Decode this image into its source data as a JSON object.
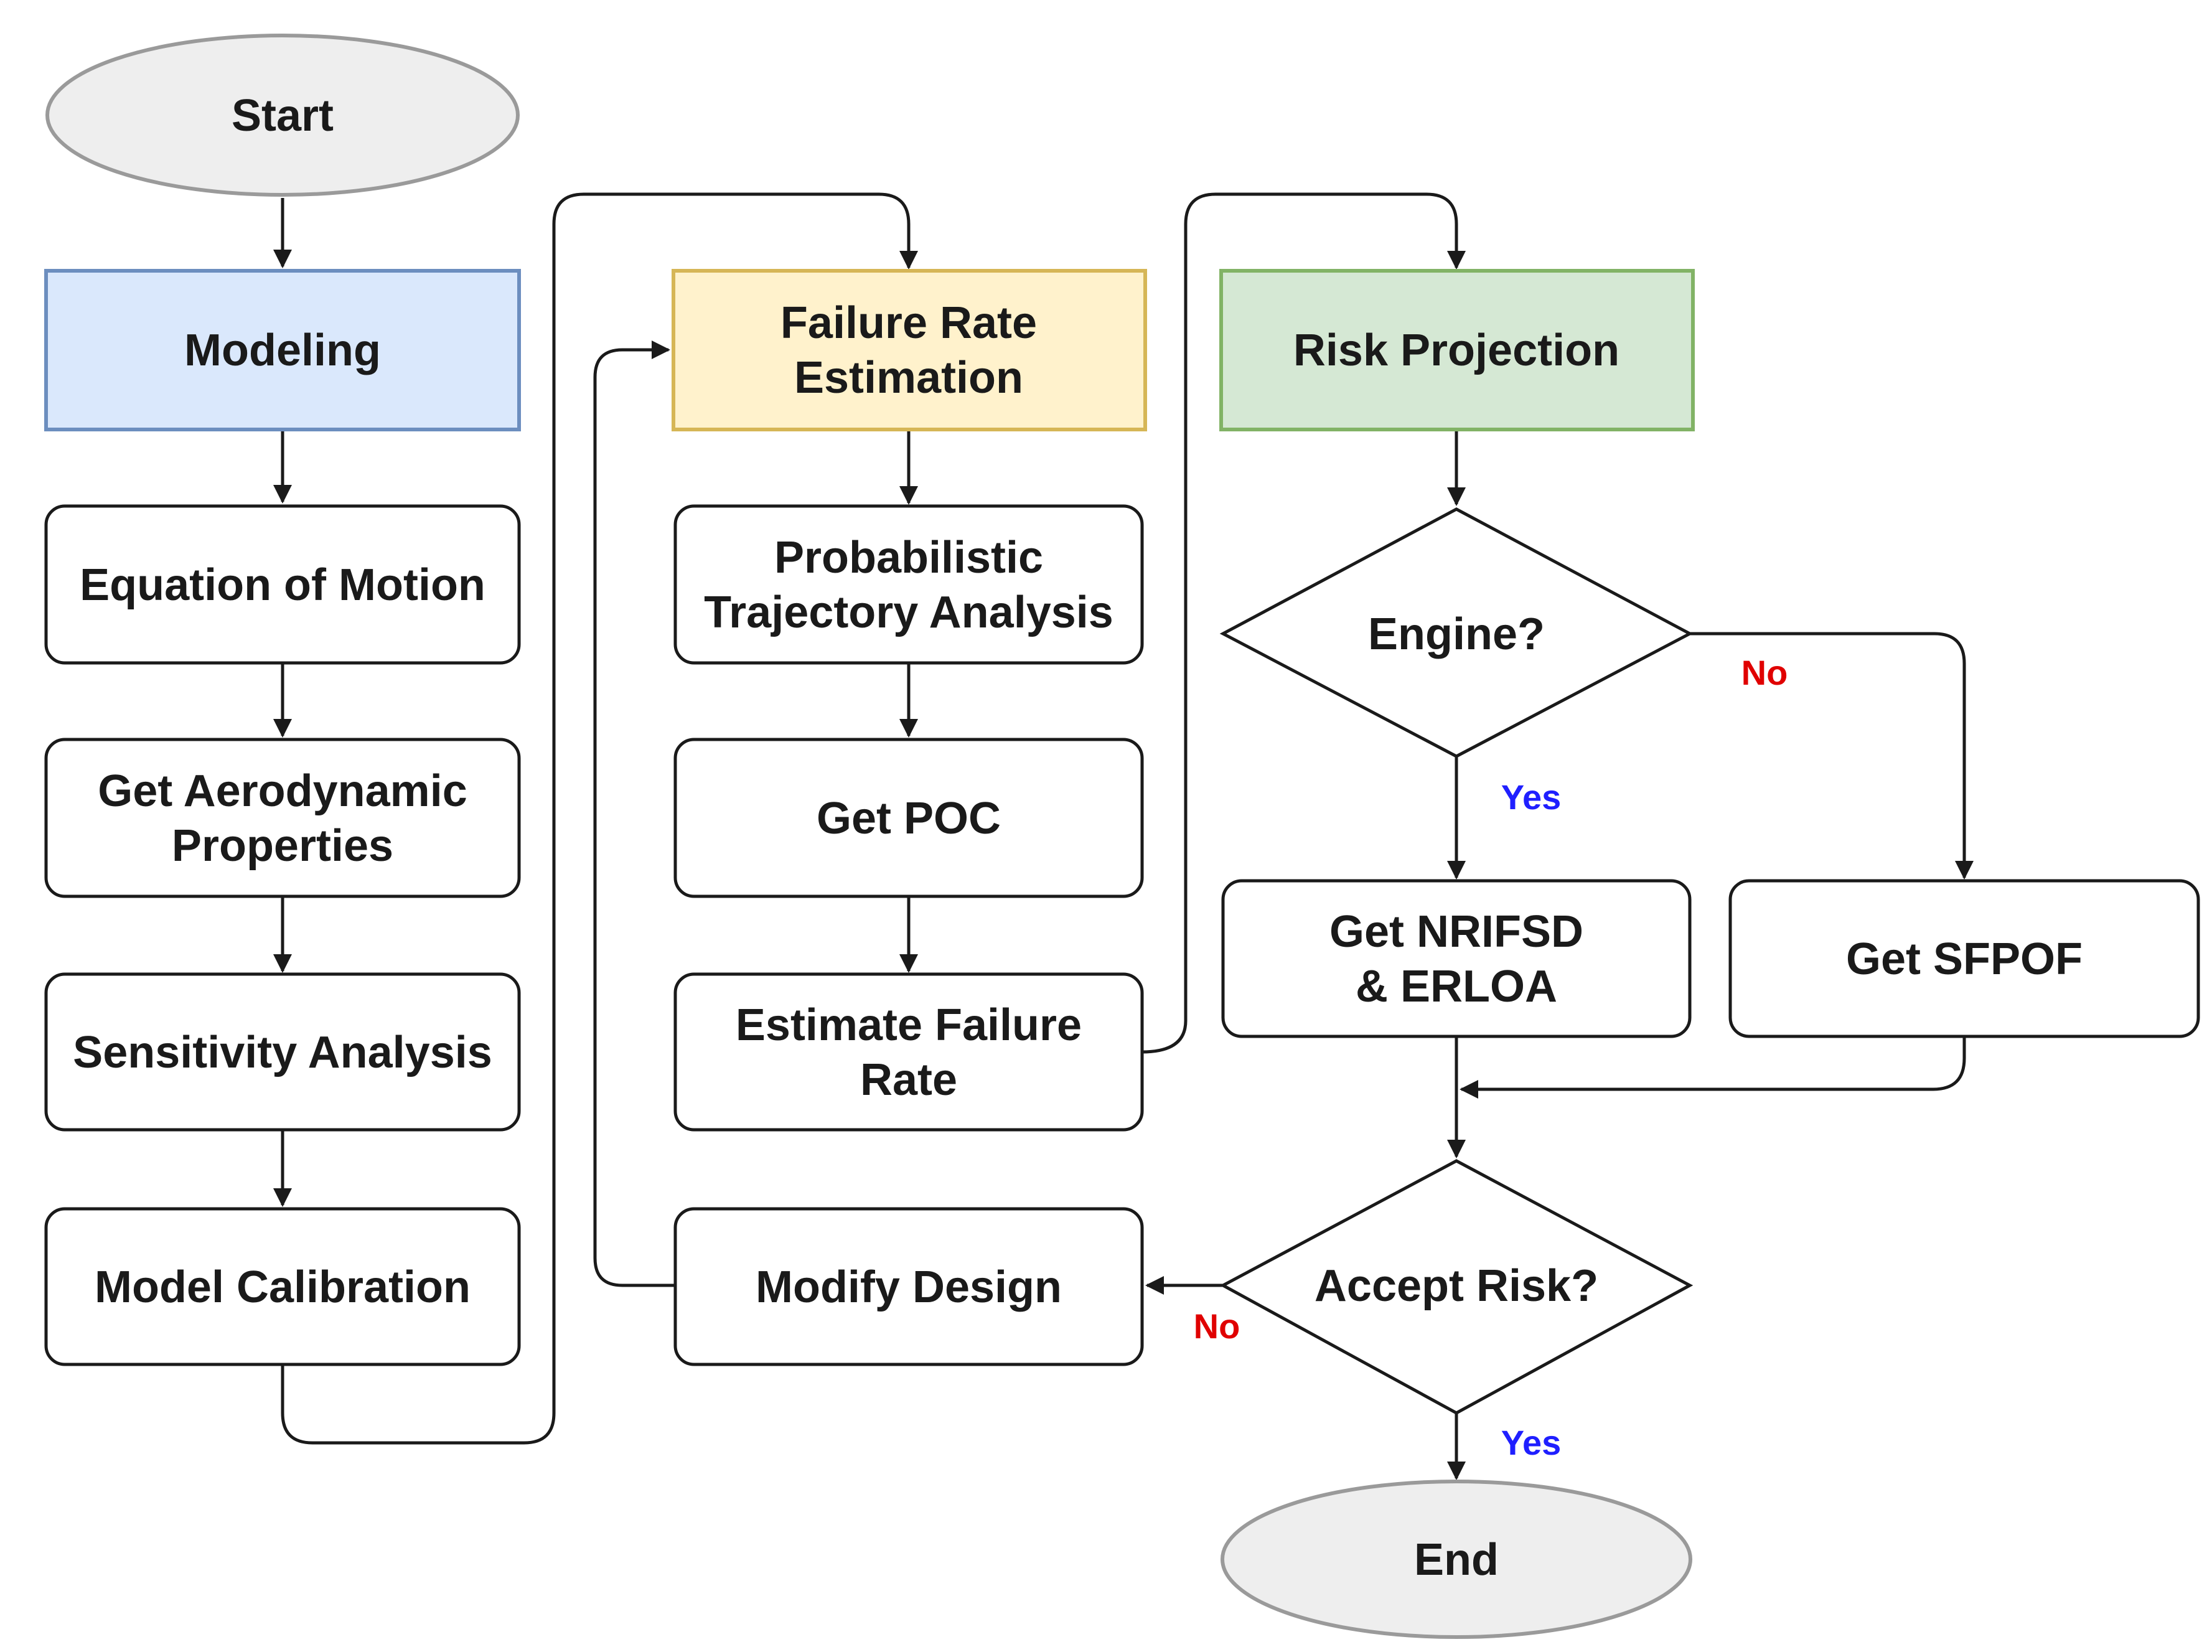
{
  "colors": {
    "stroke": "#1a1a1a",
    "terminal_fill": "#eeeeee",
    "terminal_stroke": "#9a9a9a",
    "modeling_fill": "#dae8fc",
    "modeling_stroke": "#6c8ebf",
    "failure_fill": "#fff2cc",
    "failure_stroke": "#d6b656",
    "risk_fill": "#d5e8d4",
    "risk_stroke": "#82b366",
    "yes_color": "#1f1fff",
    "no_color": "#e00000"
  },
  "nodes": {
    "start": [
      "Start"
    ],
    "modeling": [
      "Modeling"
    ],
    "equation_of_motion": [
      "Equation of Motion"
    ],
    "get_aerodynamic": [
      "Get Aerodynamic",
      "Properties"
    ],
    "sensitivity": [
      "Sensitivity Analysis"
    ],
    "model_calibration": [
      "Model Calibration"
    ],
    "failure_rate_estimation": [
      "Failure Rate",
      "Estimation"
    ],
    "probabilistic": [
      "Probabilistic",
      "Trajectory Analysis"
    ],
    "get_poc": [
      "Get POC"
    ],
    "estimate_failure": [
      "Estimate Failure",
      "Rate"
    ],
    "modify_design": [
      "Modify Design"
    ],
    "risk_projection": [
      "Risk Projection"
    ],
    "engine": [
      "Engine?"
    ],
    "get_nrifsd": [
      "Get NRIFSD",
      "& ERLOA"
    ],
    "get_sfpof": [
      "Get SFPOF"
    ],
    "accept_risk": [
      "Accept Risk?"
    ],
    "end": [
      "End"
    ]
  },
  "edge_labels": {
    "engine_no": "No",
    "engine_yes": "Yes",
    "accept_no": "No",
    "accept_yes": "Yes"
  }
}
